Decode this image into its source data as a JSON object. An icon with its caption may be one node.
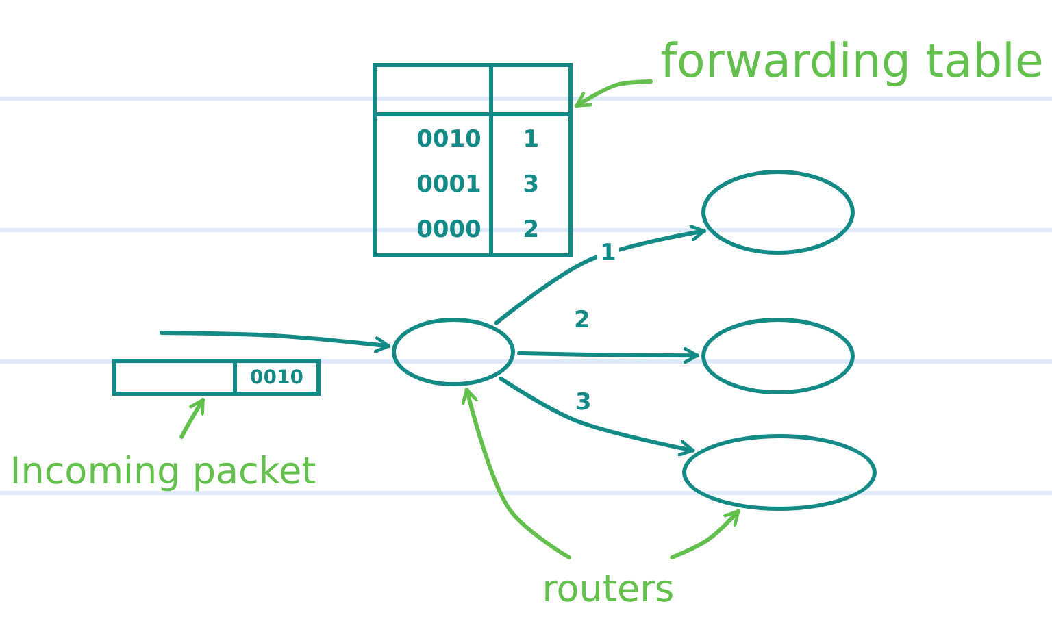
{
  "diagram": {
    "nodes": [
      {
        "text": [
          "0010",
          "1",
          "0001",
          "3",
          "0000",
          "2"
        ]
      },
      {
        "text": [
          "forwarding table"
        ]
      },
      {
        "text": [
          "0010"
        ]
      },
      {
        "text": [
          "Incoming packet"
        ]
      },
      {
        "text": [],
        "shape": "circle"
      },
      {
        "text": [],
        "shape": "circle"
      },
      {
        "text": [],
        "shape": "circle"
      },
      {
        "text": [],
        "shape": "circle"
      },
      {
        "text": [
          "routers"
        ]
      }
    ],
    "edges": [
      {
        "from": 1,
        "to": 0,
        "arrow": "to",
        "color": "#63c04d"
      },
      {
        "from": 3,
        "to": 2,
        "arrow": "to",
        "color": "#63c04d"
      },
      {
        "from": null,
        "to": 4,
        "arrow": "to"
      },
      {
        "from": 4,
        "to": 5,
        "arrow": "to",
        "label": "1"
      },
      {
        "from": 4,
        "to": 6,
        "arrow": "to",
        "label": "2"
      },
      {
        "from": 4,
        "to": 7,
        "arrow": "to",
        "label": "3"
      },
      {
        "from": 8,
        "to": 4,
        "arrow": "to",
        "color": "#63c04d"
      },
      {
        "from": 8,
        "to": 7,
        "arrow": "to",
        "color": "#63c04d"
      }
    ]
  }
}
